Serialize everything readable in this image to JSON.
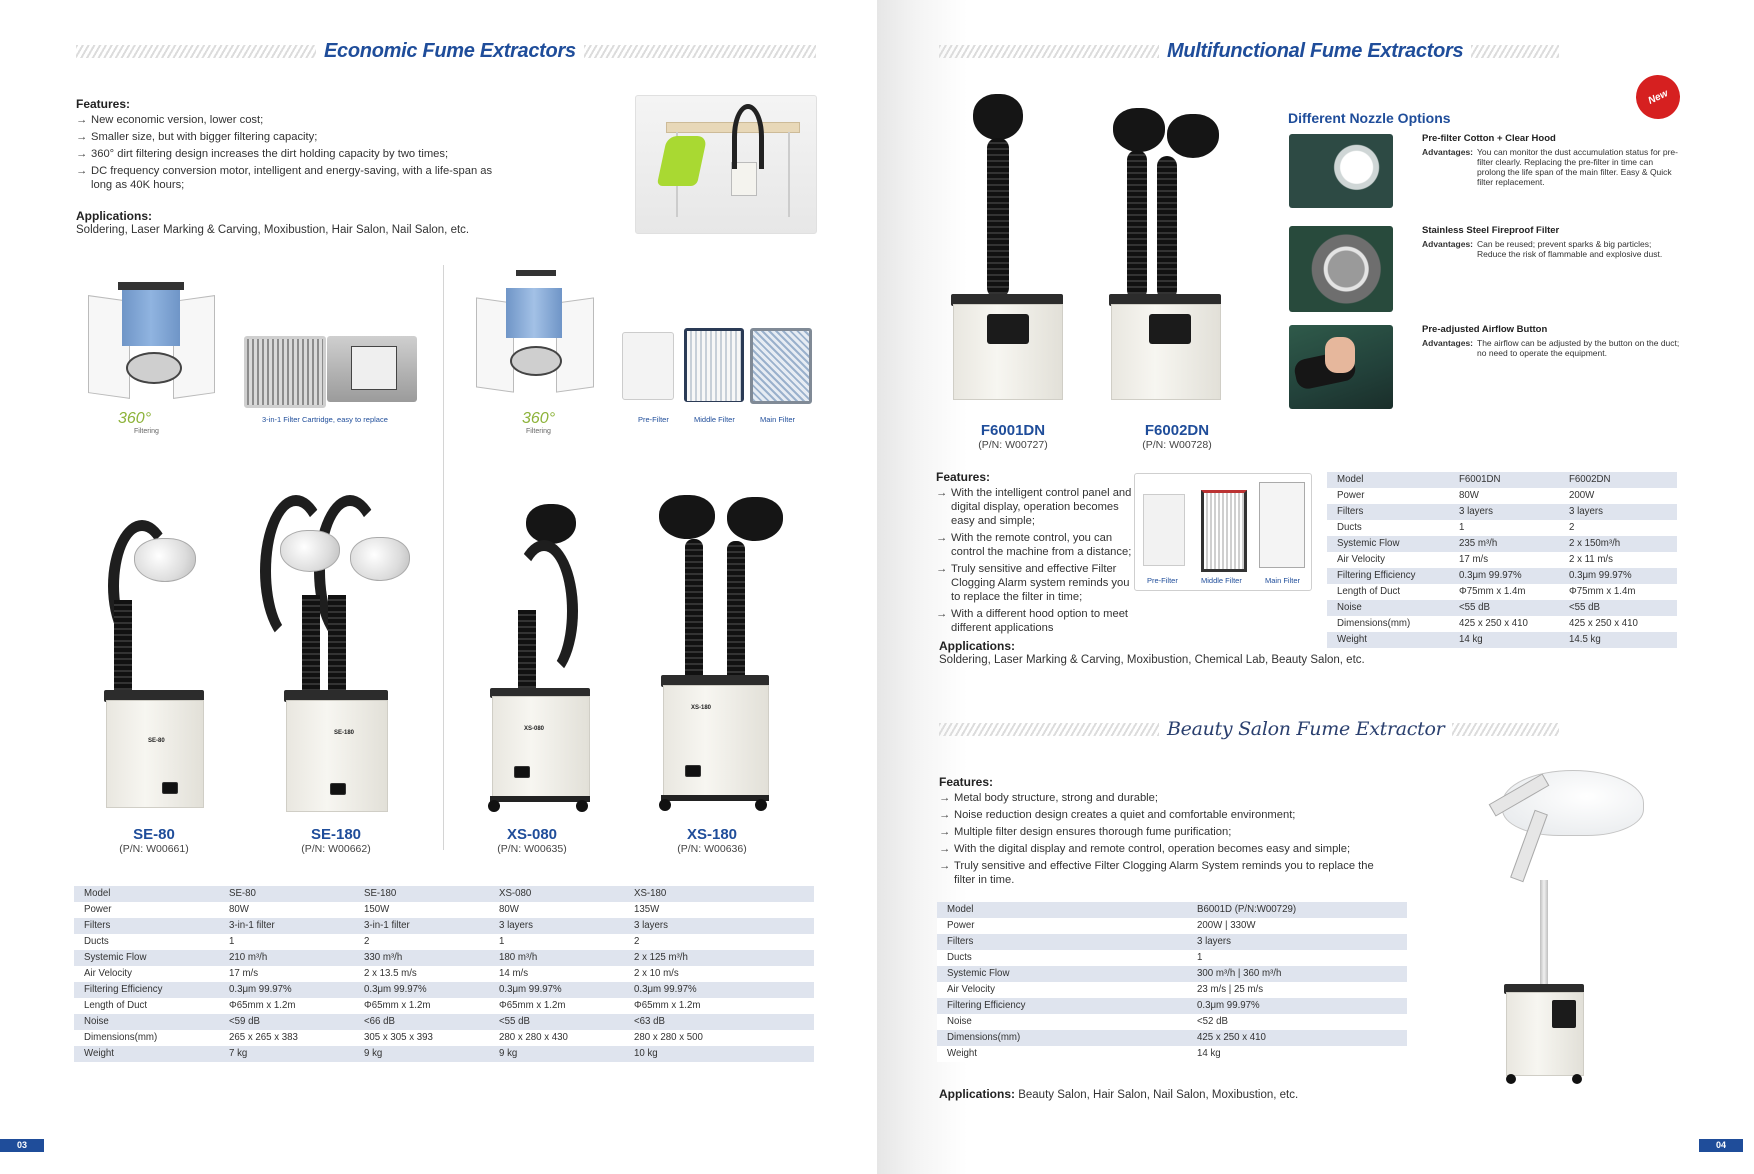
{
  "left": {
    "section_title": "Economic Fume Extractors",
    "features_heading": "Features:",
    "features": [
      "New economic version, lower cost;",
      "Smaller size, but with bigger filtering capacity;",
      "360° dirt filtering design increases the dirt holding capacity by two times;",
      "DC frequency conversion motor, intelligent and energy-saving, with a life-span as long as 40K hours;"
    ],
    "applications_heading": "Applications:",
    "applications": "Soldering, Laser Marking & Carving, Moxibustion, Hair Salon, Nail Salon, etc.",
    "badge_360": "360°",
    "badge_360_sub": "Filtering",
    "cartridge_caption": "3-in-1 Filter Cartridge, easy to replace",
    "filter_captions": [
      "Pre-Filter",
      "Middle Filter",
      "Main Filter"
    ],
    "device_labels": [
      "SE-80",
      "SE-180",
      "XS-080",
      "XS-180"
    ],
    "models": [
      {
        "name": "SE-80",
        "pn": "(P/N: W00661)"
      },
      {
        "name": "SE-180",
        "pn": "(P/N: W00662)"
      },
      {
        "name": "XS-080",
        "pn": "(P/N: W00635)"
      },
      {
        "name": "XS-180",
        "pn": "(P/N: W00636)"
      }
    ],
    "table": [
      [
        "Model",
        "SE-80",
        "SE-180",
        "XS-080",
        "XS-180"
      ],
      [
        "Power",
        "80W",
        "150W",
        "80W",
        "135W"
      ],
      [
        "Filters",
        "3-in-1 filter",
        "3-in-1 filter",
        "3 layers",
        "3 layers"
      ],
      [
        "Ducts",
        "1",
        "2",
        "1",
        "2"
      ],
      [
        "Systemic Flow",
        "210 m³/h",
        "330 m³/h",
        "180 m³/h",
        "2 x 125 m³/h"
      ],
      [
        "Air Velocity",
        "17 m/s",
        "2 x 13.5  m/s",
        "14 m/s",
        "2 x 10 m/s"
      ],
      [
        "Filtering Efficiency",
        "0.3μm 99.97%",
        "0.3μm 99.97%",
        "0.3μm 99.97%",
        "0.3μm 99.97%"
      ],
      [
        "Length of Duct",
        "Φ65mm x 1.2m",
        "Φ65mm x 1.2m",
        "Φ65mm x 1.2m",
        "Φ65mm x 1.2m"
      ],
      [
        "Noise",
        "<59 dB",
        "<66 dB",
        "<55 dB",
        "<63 dB"
      ],
      [
        "Dimensions(mm)",
        "265 x 265 x 383",
        "305 x 305 x 393",
        "280 x 280 x 430",
        "280 x 280 x 500"
      ],
      [
        "Weight",
        "7 kg",
        "9 kg",
        "9 kg",
        "10 kg"
      ]
    ],
    "page_number": "03"
  },
  "right": {
    "section_title": "Multifunctional Fume Extractors",
    "new_badge": "New",
    "nozzle_heading": "Different Nozzle Options",
    "nozzles": [
      {
        "title": "Pre-filter Cotton + Clear Hood",
        "adv_label": "Advantages:",
        "adv": "You can monitor the dust accumulation status for pre-filter clearly. Replacing the pre-filter in time can prolong the life span of the main filter. Easy & Quick filter replacement."
      },
      {
        "title": "Stainless Steel Fireproof Filter",
        "adv_label": "Advantages:",
        "adv": "Can be reused; prevent sparks & big particles; Reduce the risk of flammable and explosive dust."
      },
      {
        "title": "Pre-adjusted Airflow Button",
        "adv_label": "Advantages:",
        "adv": "The airflow can be adjusted by the button on the duct; no need to operate the equipment."
      }
    ],
    "models": [
      {
        "name": "F6001DN",
        "pn": "(P/N: W00727)"
      },
      {
        "name": "F6002DN",
        "pn": "(P/N: W00728)"
      }
    ],
    "features_heading": "Features:",
    "features": [
      "With the intelligent control panel and digital display, operation becomes easy and simple;",
      "With the remote control, you can control the machine from a distance;",
      "Truly sensitive and effective Filter Clogging Alarm system reminds you to replace the filter in time;",
      "With a different hood option to meet different applications"
    ],
    "filter_captions": [
      "Pre-Filter",
      "Middle Filter",
      "Main Filter"
    ],
    "applications_heading": "Applications:",
    "applications": "Soldering, Laser Marking & Carving, Moxibustion, Chemical Lab, Beauty Salon, etc.",
    "table": [
      [
        "Model",
        "F6001DN",
        "F6002DN"
      ],
      [
        "Power",
        "80W",
        "200W"
      ],
      [
        "Filters",
        "3 layers",
        "3 layers"
      ],
      [
        "Ducts",
        "1",
        "2"
      ],
      [
        "Systemic Flow",
        "235 m³/h",
        "2 x 150m³/h"
      ],
      [
        "Air Velocity",
        "17 m/s",
        "2 x 11 m/s"
      ],
      [
        "Filtering Efficiency",
        "0.3μm 99.97%",
        "0.3μm 99.97%"
      ],
      [
        "Length of Duct",
        "Φ75mm x 1.4m",
        "Φ75mm x 1.4m"
      ],
      [
        "Noise",
        "<55 dB",
        "<55 dB"
      ],
      [
        "Dimensions(mm)",
        "425 x 250 x 410",
        "425 x 250 x 410"
      ],
      [
        "Weight",
        "14 kg",
        "14.5 kg"
      ]
    ],
    "beauty": {
      "section_title": "Beauty Salon Fume Extractor",
      "features_heading": "Features:",
      "features": [
        "Metal body structure, strong and durable;",
        "Noise reduction design creates a quiet and comfortable environment;",
        "Multiple filter design ensures thorough fume purification;",
        "With the digital display and remote control, operation becomes easy and simple;",
        "Truly sensitive and effective Filter Clogging Alarm System reminds you to replace the filter in time."
      ],
      "table": [
        [
          "Model",
          "B6001D    (P/N:W00729)"
        ],
        [
          "Power",
          "200W | 330W"
        ],
        [
          "Filters",
          "3 layers"
        ],
        [
          "Ducts",
          "1"
        ],
        [
          "Systemic Flow",
          "300 m³/h | 360 m³/h"
        ],
        [
          "Air Velocity",
          "23 m/s  | 25 m/s"
        ],
        [
          "Filtering Efficiency",
          "0.3μm 99.97%"
        ],
        [
          "Noise",
          "<52 dB"
        ],
        [
          "Dimensions(mm)",
          "425 x 250 x 410"
        ],
        [
          "Weight",
          "14 kg"
        ]
      ],
      "applications_heading": "Applications:",
      "applications": "Beauty Salon, Hair Salon, Nail Salon, Moxibustion, etc."
    },
    "page_number": "04"
  },
  "colors": {
    "brand_blue": "#1f4d9a",
    "table_stripe": "#dfe4ee",
    "new_badge": "#d62020"
  }
}
